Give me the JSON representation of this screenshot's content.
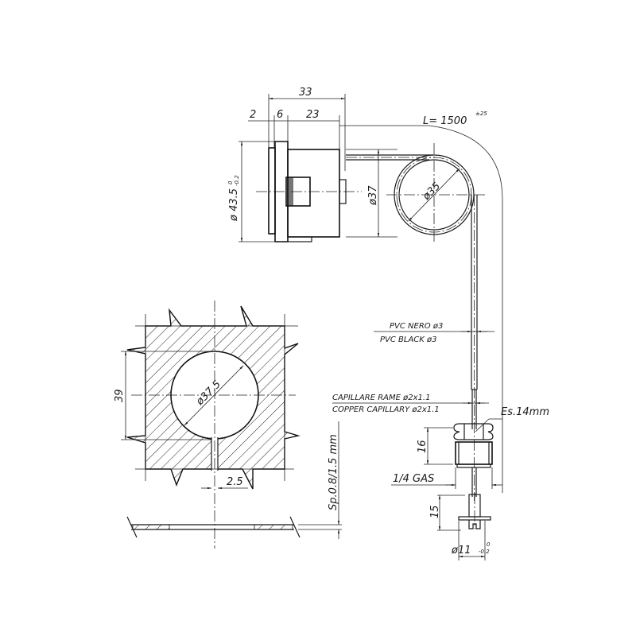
{
  "drawing": {
    "title": "Capillary thermostat / thermometer technical drawing",
    "colors": {
      "line": "#1a1a1a",
      "background": "#ffffff"
    },
    "top_view": {
      "dim_total_length": "33",
      "dim_flange": "2",
      "dim_bezel": "6",
      "dim_body": "23",
      "dim_outer_diameter": "ø 43.5",
      "dim_outer_diameter_tol_upper": "0",
      "dim_outer_diameter_tol_lower": "-0.2",
      "dim_body_diameter": "ø37",
      "dim_coil_diameter": "ø35",
      "capillary_length": "L= 1500",
      "capillary_length_tol": "±25"
    },
    "panel_cutout": {
      "dim_height": "39",
      "dim_hole_diameter": "ø37.5",
      "dim_slot_width": "2.5",
      "panel_thickness": "Sp.0.8/1.5 mm"
    },
    "sheath": {
      "pvc_label_it": "PVC NERO ø3",
      "pvc_label_en": "PVC BLACK ø3",
      "capillary_label_it": "CAPILLARE RAME ø2x1.1",
      "capillary_label_en": "COPPER CAPILLARY ø2x1.1"
    },
    "fitting": {
      "hex_size": "Es.14mm",
      "dim_fitting_height": "16",
      "thread": "1/4 GAS",
      "dim_bulb_length": "15",
      "dim_bulb_diameter": "ø11",
      "dim_bulb_tol_upper": "0",
      "dim_bulb_tol_lower": "-0.2"
    }
  }
}
